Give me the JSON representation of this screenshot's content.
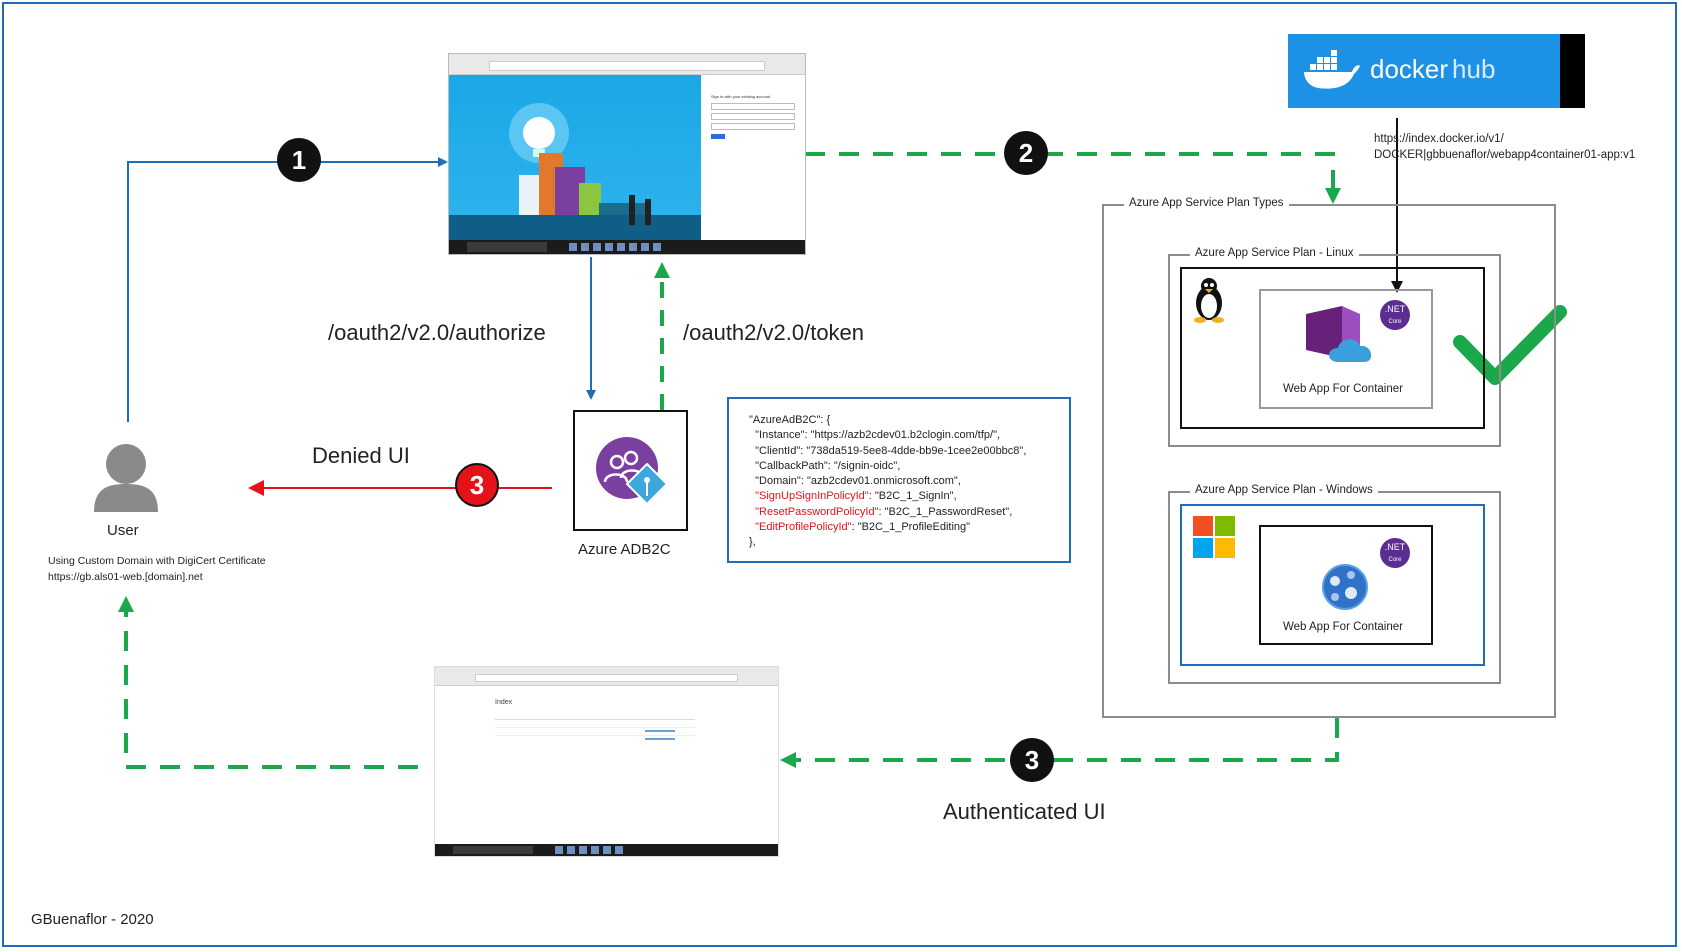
{
  "footer": {
    "author": "GBuenaflor - 2020"
  },
  "steps": {
    "one": "1",
    "two": "2",
    "three_red": "3",
    "three_bottom": "3"
  },
  "labels": {
    "authorize": "/oauth2/v2.0/authorize",
    "token": "/oauth2/v2.0/token",
    "denied": "Denied UI",
    "authenticated": "Authenticated UI"
  },
  "user": {
    "name": "User",
    "note_line1": "Using Custom Domain with  DigiCert Certificate",
    "note_line2": "https://gb.als01-web.[domain].net"
  },
  "adb2c": {
    "label": "Azure ADB2C"
  },
  "docker": {
    "brand": "docker",
    "brand2": "hub",
    "url_line1": "https://index.docker.io/v1/",
    "url_line2": "DOCKER|gbbuenaflor/webapp4container01-app:v1"
  },
  "azure": {
    "outer_title": "Azure App Service Plan Types",
    "linux_title": "Azure App Service Plan - Linux",
    "windows_title": "Azure App Service Plan - Windows",
    "linux_app": "Web App For Container",
    "windows_app": "Web App For Container",
    "net_badge": ".NET",
    "net_sub": "Core"
  },
  "config": {
    "lines": [
      {
        "text": "\"AzureAdB2C\": {",
        "red": ""
      },
      {
        "text": "  \"Instance\": \"https://azb2cdev01.b2clogin.com/tfp/\",",
        "red": ""
      },
      {
        "text": "  \"ClientId\": \"738da519-5ee8-4dde-bb9e-1cee2e00bbc8\",",
        "red": ""
      },
      {
        "text": "  \"CallbackPath\": \"/signin-oidc\",",
        "red": ""
      },
      {
        "text": "  \"Domain\": \"azb2cdev01.onmicrosoft.com\",",
        "red": ""
      },
      {
        "text": ": \"B2C_1_SignIn\",",
        "red": "  \"SignUpSignInPolicyId\""
      },
      {
        "text": ": \"B2C_1_PasswordReset\",",
        "red": "  \"ResetPasswordPolicyId\""
      },
      {
        "text": ": \"B2C_1_ProfileEditing\"",
        "red": "  \"EditProfilePolicyId\""
      },
      {
        "text": "},",
        "red": ""
      }
    ]
  },
  "screens": {
    "top_form_title": "Sign in with your existing account",
    "bottom_page_title": "Index"
  },
  "colors": {
    "blue_arrow": "#1f6fb8",
    "green_arrow": "#1aa84a",
    "red_arrow": "#e4131a",
    "docker_blue": "#1d91e6",
    "net_purple": "#5c2d91",
    "check_green": "#1aa84a"
  }
}
